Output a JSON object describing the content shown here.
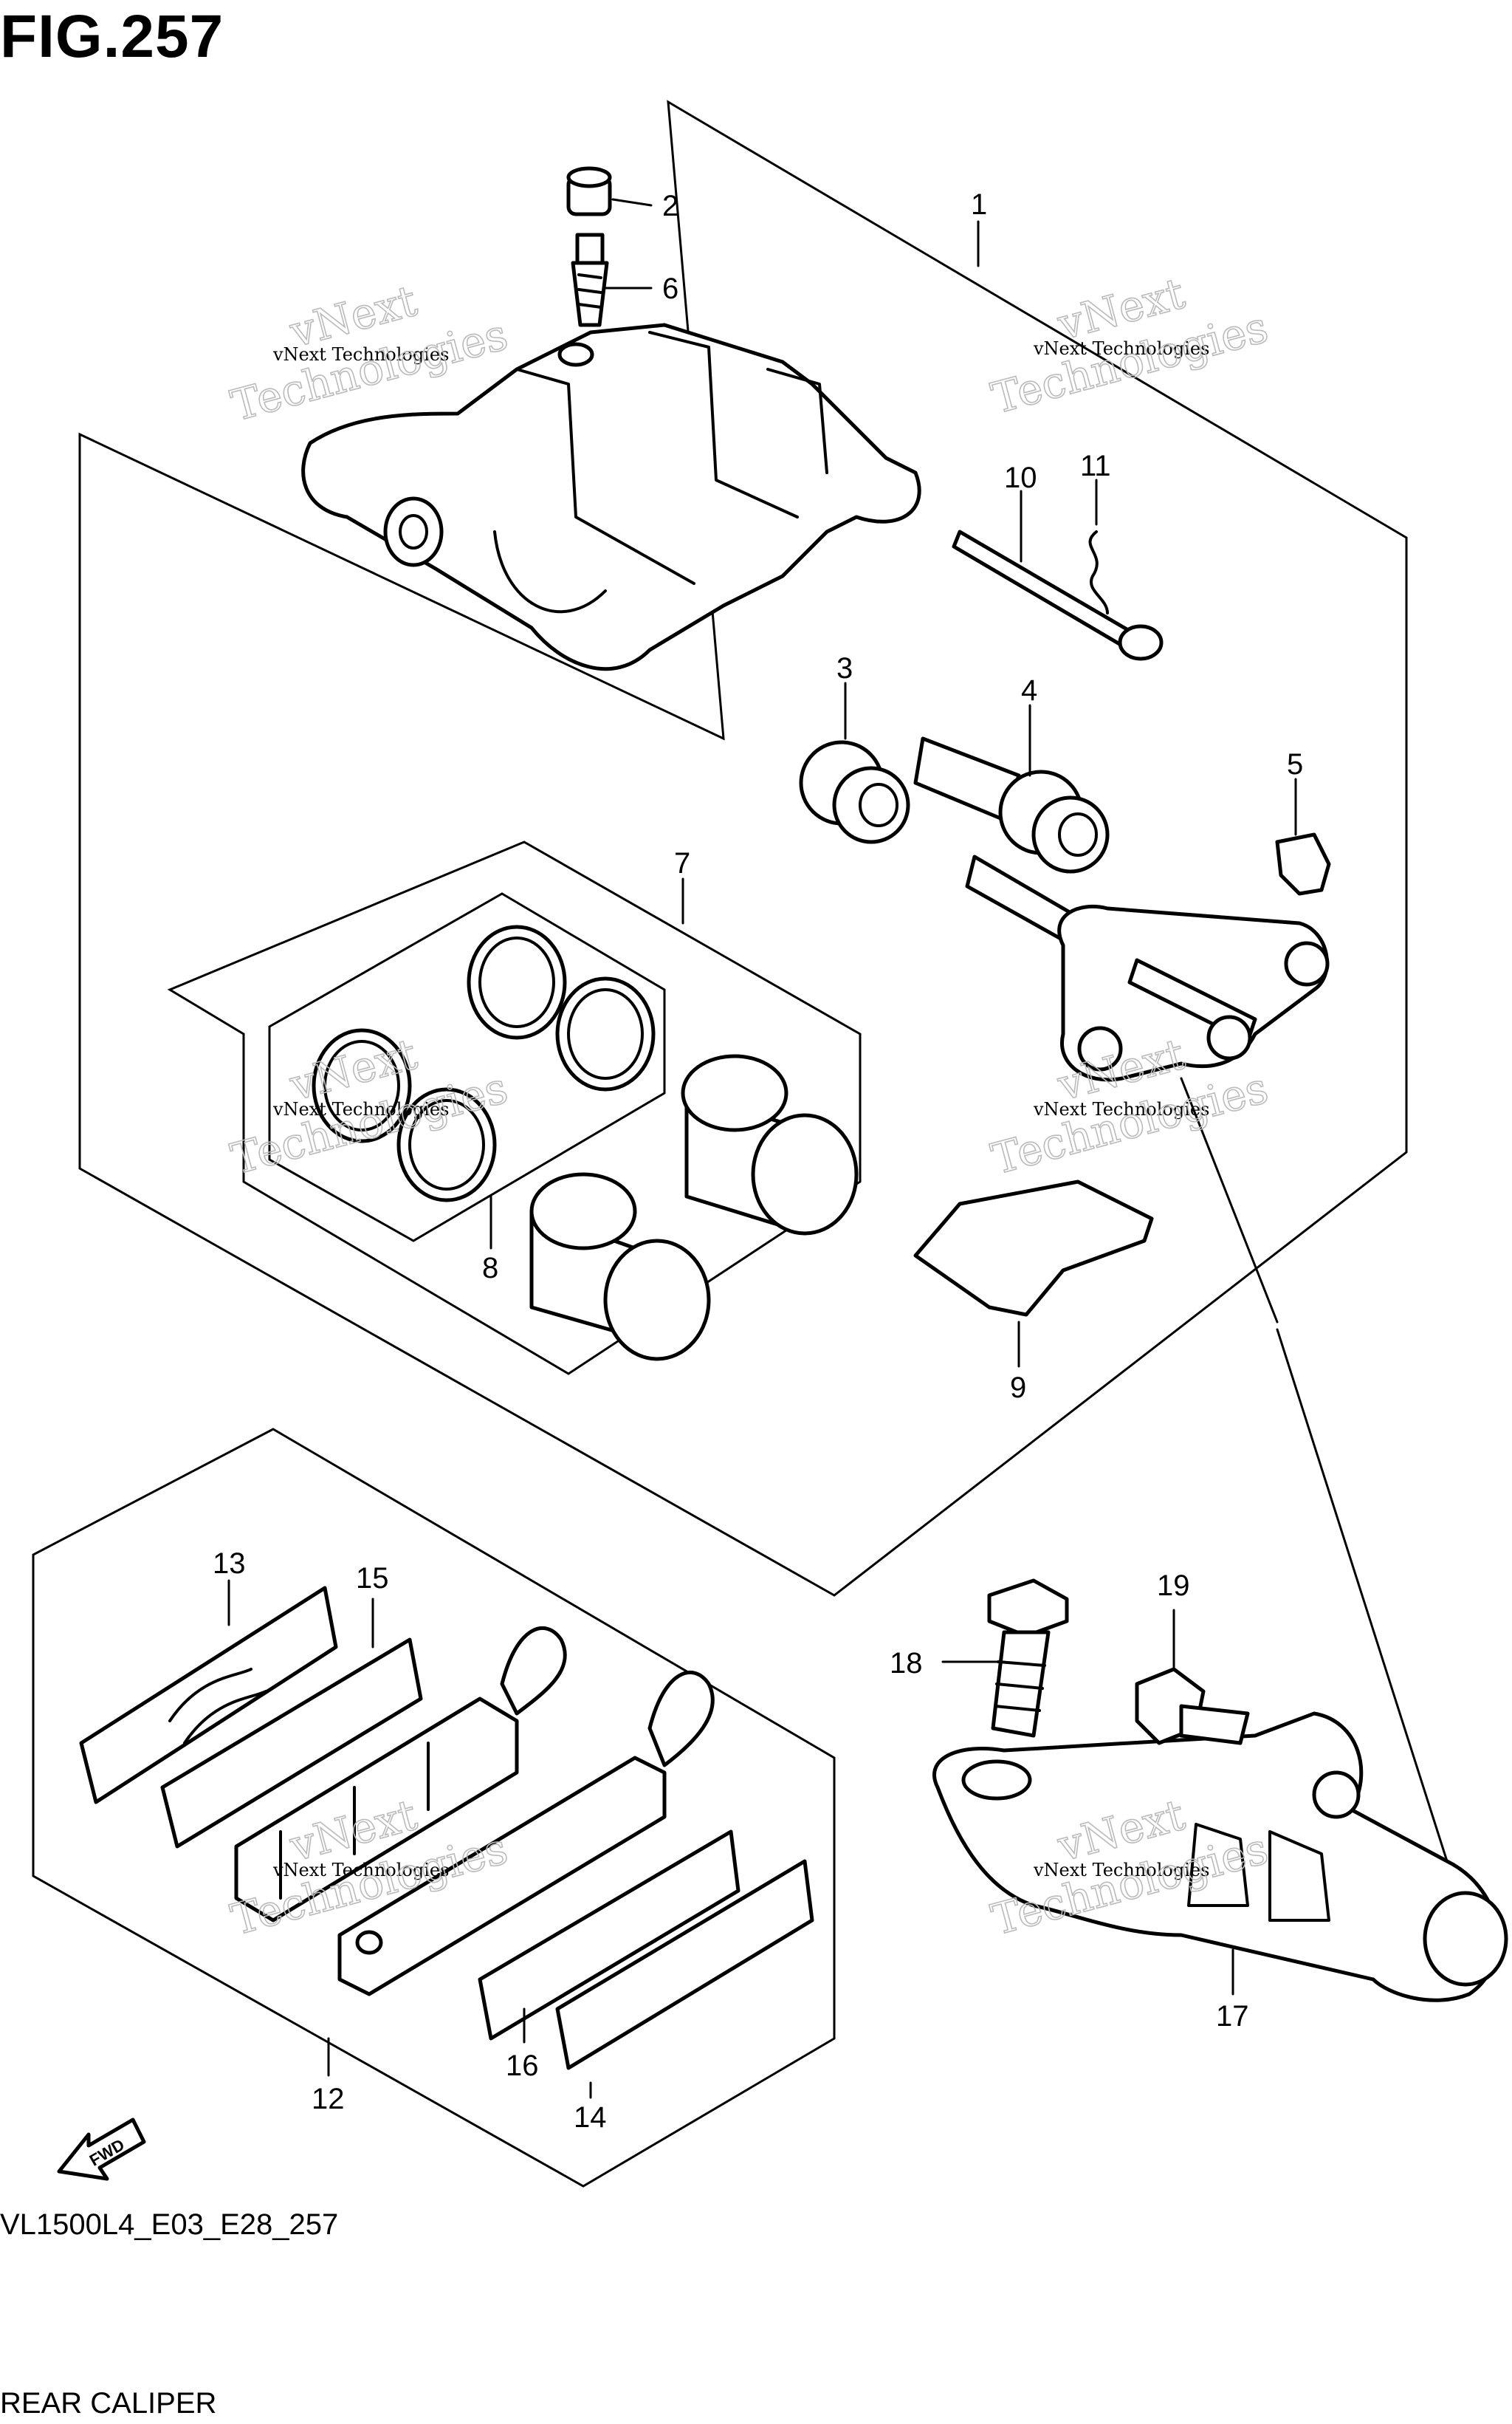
{
  "figure": {
    "title": "FIG.257",
    "code": "VL1500L4_E03_E28_257",
    "name": "REAR CALIPER",
    "fwd_label": "FWD",
    "watermark_line1": "vNext Technologies",
    "watermark_line2": "vNext",
    "watermark_line3": "Technologies"
  },
  "callouts": [
    {
      "id": "1",
      "label": "1"
    },
    {
      "id": "2",
      "label": "2"
    },
    {
      "id": "3",
      "label": "3"
    },
    {
      "id": "4",
      "label": "4"
    },
    {
      "id": "5",
      "label": "5"
    },
    {
      "id": "6",
      "label": "6"
    },
    {
      "id": "7",
      "label": "7"
    },
    {
      "id": "8",
      "label": "8"
    },
    {
      "id": "9",
      "label": "9"
    },
    {
      "id": "10",
      "label": "10"
    },
    {
      "id": "11",
      "label": "11"
    },
    {
      "id": "12",
      "label": "12"
    },
    {
      "id": "13",
      "label": "13"
    },
    {
      "id": "14",
      "label": "14"
    },
    {
      "id": "15",
      "label": "15"
    },
    {
      "id": "16",
      "label": "16"
    },
    {
      "id": "17",
      "label": "17"
    },
    {
      "id": "18",
      "label": "18"
    },
    {
      "id": "19",
      "label": "19"
    }
  ]
}
